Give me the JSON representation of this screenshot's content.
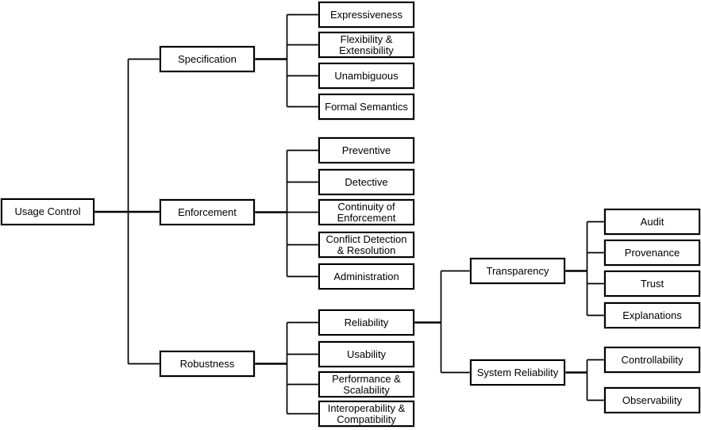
{
  "diagram": {
    "title": "Usage Control taxonomy tree",
    "colors": {
      "background": "#ffffff",
      "box_fill": "#ffffff",
      "box_border": "#000000",
      "line": "#000000",
      "text": "#000000"
    },
    "tree": {
      "label": "Usage Control",
      "children": [
        {
          "label": "Specification",
          "children": [
            {
              "label": "Expressiveness"
            },
            {
              "label": "Flexibility & Extensibility"
            },
            {
              "label": "Unambiguous"
            },
            {
              "label": "Formal Semantics"
            }
          ]
        },
        {
          "label": "Enforcement",
          "children": [
            {
              "label": "Preventive"
            },
            {
              "label": "Detective"
            },
            {
              "label": "Continuity of Enforcement"
            },
            {
              "label": "Conflict Detection & Resolution"
            },
            {
              "label": "Administration"
            }
          ]
        },
        {
          "label": "Robustness",
          "children": [
            {
              "label": "Reliability",
              "children": [
                {
                  "label": "Transparency",
                  "children": [
                    {
                      "label": "Audit"
                    },
                    {
                      "label": "Provenance"
                    },
                    {
                      "label": "Trust"
                    },
                    {
                      "label": "Explanations"
                    }
                  ]
                },
                {
                  "label": "System Reliability",
                  "children": [
                    {
                      "label": "Controllability"
                    },
                    {
                      "label": "Observability"
                    }
                  ]
                }
              ]
            },
            {
              "label": "Usability"
            },
            {
              "label": "Performance & Scalability"
            },
            {
              "label": "Interoperability & Compatibility"
            }
          ]
        }
      ]
    }
  }
}
